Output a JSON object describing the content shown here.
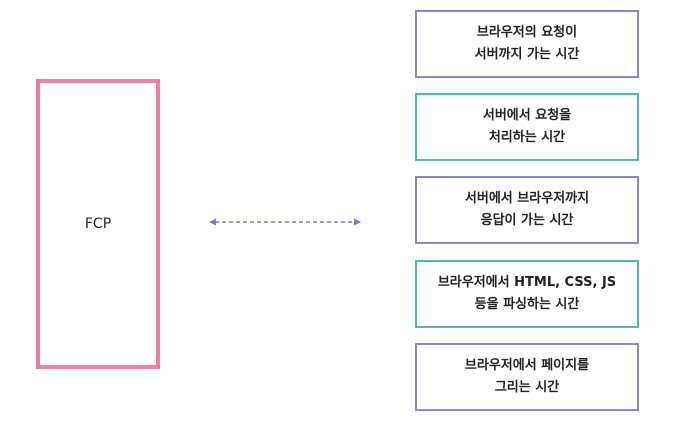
{
  "fcp": {
    "label": "FCP",
    "color": "#f27d9e"
  },
  "arrow": {
    "color": "#7d7acb",
    "style": "dashed-double-headed"
  },
  "steps": [
    {
      "line1": "브라우저의 요청이",
      "line2": "서버까지 가는 시간",
      "color": "#8a86d4"
    },
    {
      "line1": "서버에서 요청을",
      "line2": "처리하는 시간",
      "color": "#4fb8ae"
    },
    {
      "line1": "서버에서 브라우저까지",
      "line2": "응답이 가는 시간",
      "color": "#8a86d4"
    },
    {
      "line1": "브라우저에서 HTML, CSS, JS",
      "line2": "등을 파싱하는 시간",
      "color": "#4fb8ae"
    },
    {
      "line1": "브라우저에서 페이지를",
      "line2": "그리는 시간",
      "color": "#8a86d4"
    }
  ]
}
